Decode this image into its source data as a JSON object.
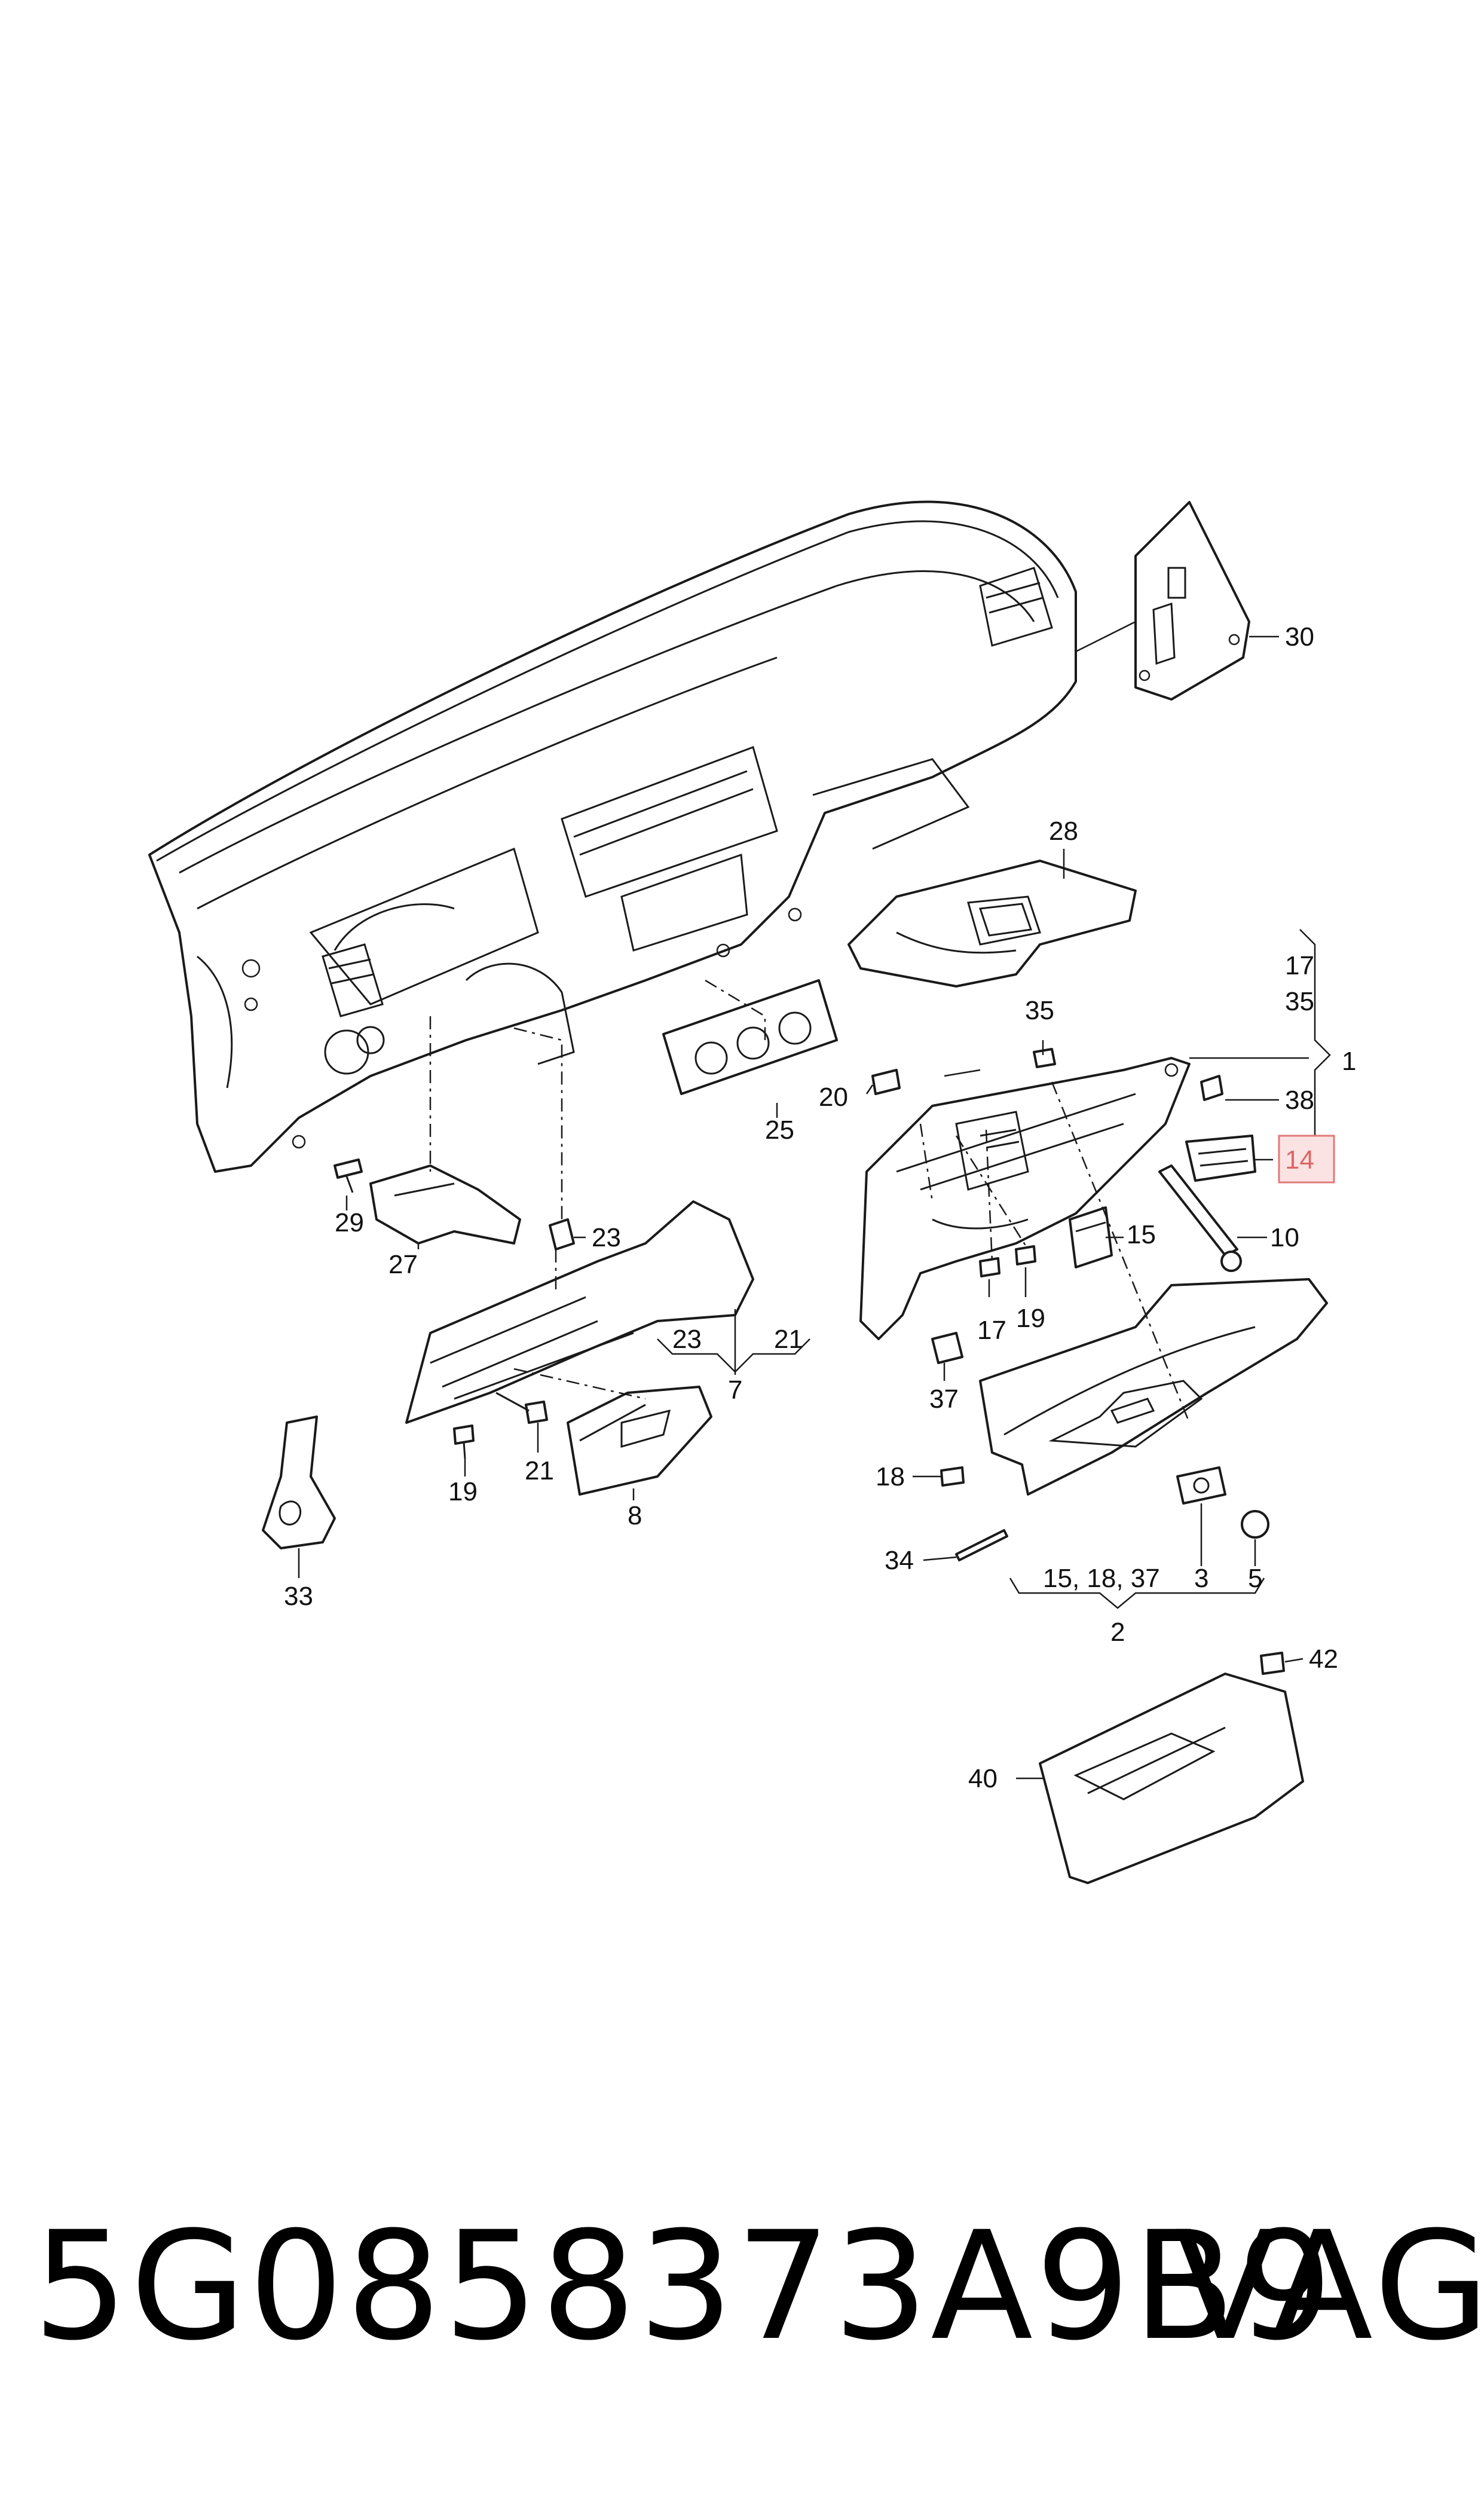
{
  "diagram": {
    "labels": {
      "l1": "1",
      "l2": "2",
      "l3": "3",
      "l5": "5",
      "l7": "7",
      "l8": "8",
      "l10": "10",
      "l14": "14",
      "l15a": "15",
      "l15group": "15, 18, 37",
      "l17a": "17",
      "l17b": "17",
      "l18": "18",
      "l19a": "19",
      "l19b": "19",
      "l20": "20",
      "l21a": "21",
      "l21b": "21",
      "l23a": "23",
      "l23b": "23",
      "l25": "25",
      "l27": "27",
      "l28": "28",
      "l29": "29",
      "l30": "30",
      "l33": "33",
      "l34": "34",
      "l35a": "35",
      "l35b": "35",
      "l37": "37",
      "l38": "38",
      "l40": "40",
      "l42": "42"
    },
    "highlight_color": "#e07a7a"
  },
  "footer": {
    "part_number": "5G0858373A9B9",
    "brand": "VAG"
  }
}
